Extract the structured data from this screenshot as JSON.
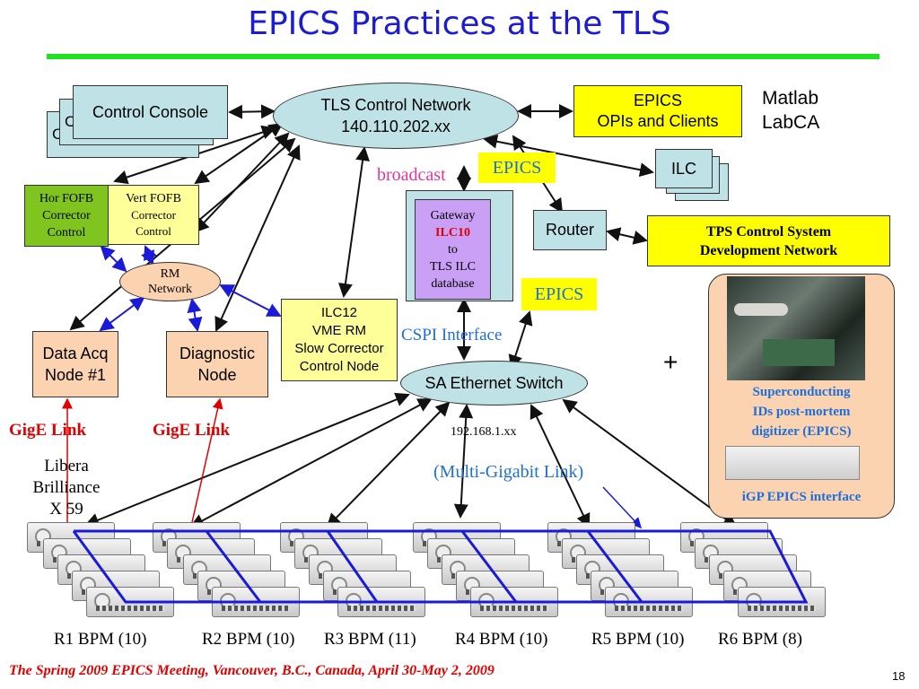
{
  "title": "EPICS Practices at the TLS",
  "nodes": {
    "control_console": "Control Console",
    "control_console_back": "C",
    "tls_network_line1": "TLS Control Network",
    "tls_network_line2": "140.110.202.xx",
    "epics_opis_line1": "EPICS",
    "epics_opis_line2": "OPIs and Clients",
    "matlab": "Matlab",
    "labca": "LabCA",
    "ilc": "ILC",
    "broadcast": "broadcast",
    "epics_label1": "EPICS",
    "epics_label2": "EPICS",
    "gateway_line1": "Gateway",
    "gateway_line2": "ILC10",
    "gateway_line3": "to",
    "gateway_line4": "TLS ILC",
    "gateway_line5": "database",
    "router": "Router",
    "tps_line1": "TPS Control System",
    "tps_line2": "Development Network",
    "hor_fofb_line1": "Hor FOFB",
    "hor_fofb_line2": "Corrector",
    "hor_fofb_line3": "Control",
    "vert_fofb_line1": "Vert FOFB",
    "vert_fofb_line2": "Corrector",
    "vert_fofb_line3": "Control",
    "rm_line1": "RM",
    "rm_line2": "Network",
    "ilc12_line1": "ILC12",
    "ilc12_line2": "VME RM",
    "ilc12_line3": "Slow Corrector",
    "ilc12_line4": "Control Node",
    "data_acq_line1": "Data Acq",
    "data_acq_line2": "Node #1",
    "diag_line1": "Diagnostic",
    "diag_line2": "Node",
    "cspi": "CSPI Interface",
    "sa_switch": "SA Ethernet Switch",
    "subnet": "192.168.1.xx",
    "multigig": "(Multi-Gigabit Link)",
    "gige1": "GigE Link",
    "gige2": "GigE Link",
    "libera_line1": "Libera",
    "libera_line2": "Brilliance",
    "libera_line3": "X 59",
    "plus": "+",
    "sc_line1": "Superconducting",
    "sc_line2": "IDs post-mortem",
    "sc_line3": "digitizer (EPICS)",
    "igp": "iGP EPICS interface"
  },
  "bpm_groups": [
    "R1 BPM (10)",
    "R2 BPM (10)",
    "R3 BPM (11)",
    "R4 BPM (10)",
    "R5 BPM (10)",
    "R6 BPM (8)"
  ],
  "footer": "The Spring 2009 EPICS Meeting, Vancouver, B.C., Canada,  April 30-May 2, 2009",
  "page_number": "18",
  "colors": {
    "title": "#1c1cd0",
    "title_rule": "#22e022",
    "cloud": "#bfe2e6",
    "epics_yellow": "#ffff00",
    "rm_peach": "#fbd3b1",
    "gateway_lavender": "#c9a0f5",
    "red_link": "#e00000",
    "blue_link": "#1a1ad8",
    "blue_label": "#1e6fd8"
  }
}
